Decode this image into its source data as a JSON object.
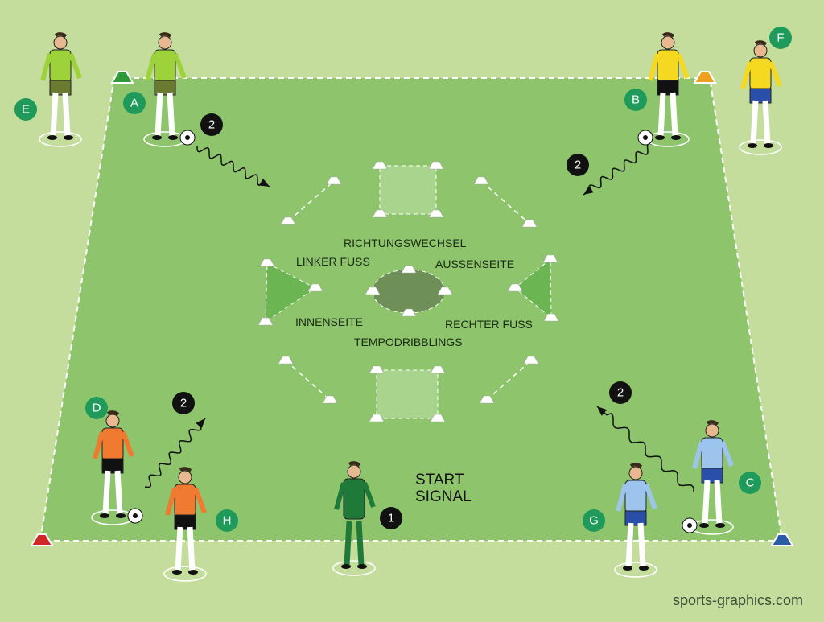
{
  "colors": {
    "background": "#c4dd9c",
    "field": "#8dc46c",
    "zone_light": "#a9d48e",
    "zone_triangle": "#6cb553",
    "zone_ellipse": "#6f8f58",
    "badge_green": "#1f9a5a",
    "badge_black": "#111111"
  },
  "zone_labels": {
    "direction_change": "RICHTUNGSWECHSEL",
    "left_foot": "LINKER FUSS",
    "outside": "AUSSENSEITE",
    "inside": "INNENSEITE",
    "right_foot": "RECHTER FUSS",
    "speed_dribbling": "TEMPODRIBBLINGS"
  },
  "players": {
    "A": "A",
    "B": "B",
    "C": "C",
    "D": "D",
    "E": "E",
    "F": "F",
    "G": "G",
    "H": "H"
  },
  "steps": {
    "one": "1",
    "two": "2"
  },
  "coach": {
    "line1": "START",
    "line2": "SIGNAL"
  },
  "credit": "sports-graphics.com"
}
